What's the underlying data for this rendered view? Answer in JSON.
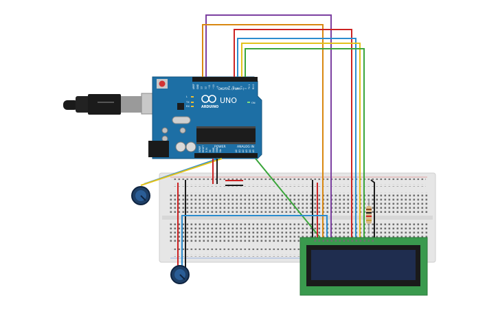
{
  "arduino": {
    "logo": "ARDUINO",
    "model": "UNO",
    "digital_header": "DIGITAL (PWM~)",
    "power_header": "POWER",
    "analog_header": "ANALOG IN",
    "pin_labels_top": [
      "AREF",
      "GND",
      "13",
      "12",
      "~11",
      "~10",
      "~9",
      "8",
      "7",
      "~6",
      "~5",
      "4",
      "~3",
      "2",
      "TX 1",
      "RX 0"
    ],
    "pin_labels_power": [
      "IOREF",
      "RESET",
      "3.3V",
      "5V",
      "GND",
      "GND",
      "Vin"
    ],
    "pin_labels_analog": [
      "A0",
      "A1",
      "A2",
      "A3",
      "A4",
      "A5"
    ],
    "led_labels": [
      "L",
      "TX",
      "RX",
      "ON"
    ]
  },
  "colors": {
    "board": "#1d6fa5",
    "breadboard": "#e6e6e6",
    "lcd_pcb": "#3a9a4e",
    "lcd_screen": "#1f2d4f",
    "wire_purple": "#7b3fa0",
    "wire_orange": "#d9870f",
    "wire_red": "#cc2222",
    "wire_blue": "#2a8ccf",
    "wire_yellow": "#e3c21a",
    "wire_green": "#3aa53a"
  }
}
